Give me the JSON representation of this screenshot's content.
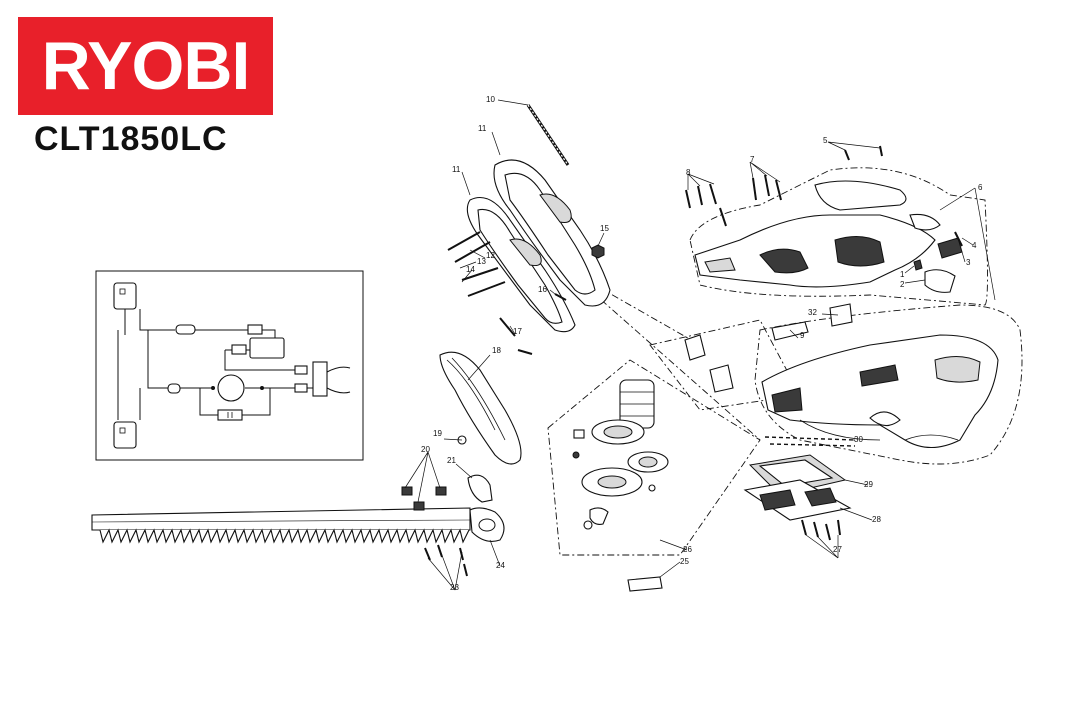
{
  "brand": {
    "logo_text": "RYOBI",
    "logo_color": "#e8202a",
    "model": "CLT1850LC"
  },
  "callouts": [
    {
      "id": "c1",
      "label": "1"
    },
    {
      "id": "c2",
      "label": "2"
    },
    {
      "id": "c3",
      "label": "3"
    },
    {
      "id": "c4",
      "label": "4"
    },
    {
      "id": "c5",
      "label": "5"
    },
    {
      "id": "c6",
      "label": "6"
    },
    {
      "id": "c7",
      "label": "7"
    },
    {
      "id": "c8",
      "label": "8"
    },
    {
      "id": "c9",
      "label": "9"
    },
    {
      "id": "c10",
      "label": "10"
    },
    {
      "id": "c11a",
      "label": "11"
    },
    {
      "id": "c11b",
      "label": "11"
    },
    {
      "id": "c12",
      "label": "12"
    },
    {
      "id": "c13",
      "label": "13"
    },
    {
      "id": "c14",
      "label": "14"
    },
    {
      "id": "c15",
      "label": "15"
    },
    {
      "id": "c16",
      "label": "16"
    },
    {
      "id": "c17",
      "label": "17"
    },
    {
      "id": "c18",
      "label": "18"
    },
    {
      "id": "c19",
      "label": "19"
    },
    {
      "id": "c20",
      "label": "20"
    },
    {
      "id": "c21",
      "label": "21"
    },
    {
      "id": "c23",
      "label": "23"
    },
    {
      "id": "c24",
      "label": "24"
    },
    {
      "id": "c25",
      "label": "25"
    },
    {
      "id": "c26",
      "label": "26"
    },
    {
      "id": "c27",
      "label": "27"
    },
    {
      "id": "c28",
      "label": "28"
    },
    {
      "id": "c29",
      "label": "29"
    },
    {
      "id": "c30",
      "label": "30"
    },
    {
      "id": "c32",
      "label": "32"
    }
  ]
}
